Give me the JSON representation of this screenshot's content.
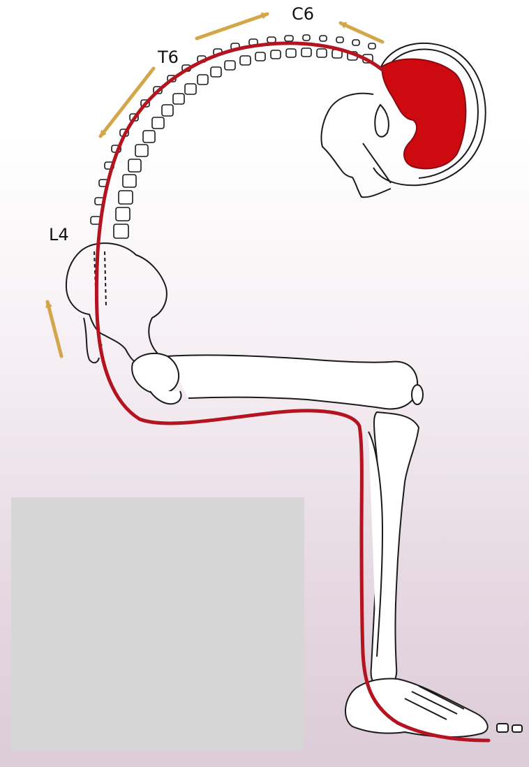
{
  "labels": {
    "c6": "C6",
    "t6": "T6",
    "l4": "L4"
  },
  "colors": {
    "nerve": "#b3141f",
    "dura": "#cc0a10",
    "arrow": "#d4a64a",
    "bone_outline": "#1a1a1a",
    "placeholder": "#d6d6d6"
  }
}
